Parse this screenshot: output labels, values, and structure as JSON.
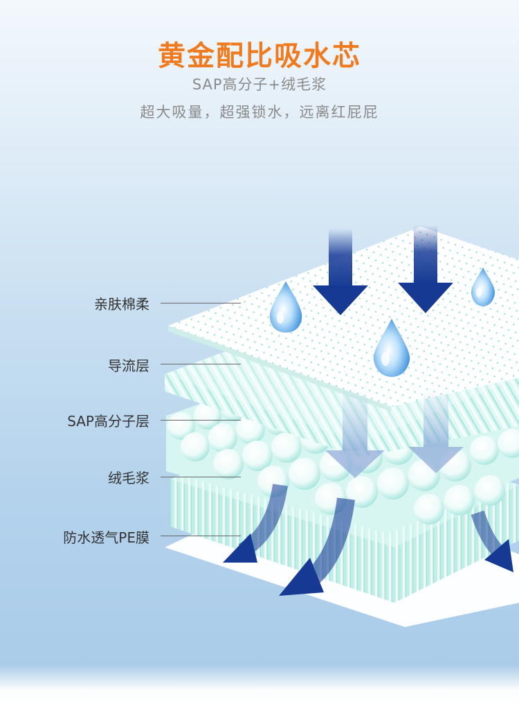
{
  "header": {
    "title": "黄金配比吸水芯",
    "subtitle": "SAP高分子+绒毛浆",
    "tagline": "超大吸量，超强锁水，远离红屁屁"
  },
  "layers": [
    {
      "label": "亲肤棉柔"
    },
    {
      "label": "导流层"
    },
    {
      "label": "SAP高分子层"
    },
    {
      "label": "绒毛浆"
    },
    {
      "label": "防水透气PE膜"
    }
  ],
  "colors": {
    "title": "#ee7b1f",
    "subtitle": "#8a8a8a",
    "arrow": "#1a3d98",
    "teal": "#7fe0d6",
    "drop": "#5aa8e8"
  },
  "icons": [
    "water-drop-icon",
    "down-arrow-icon",
    "curved-arrow-icon"
  ]
}
